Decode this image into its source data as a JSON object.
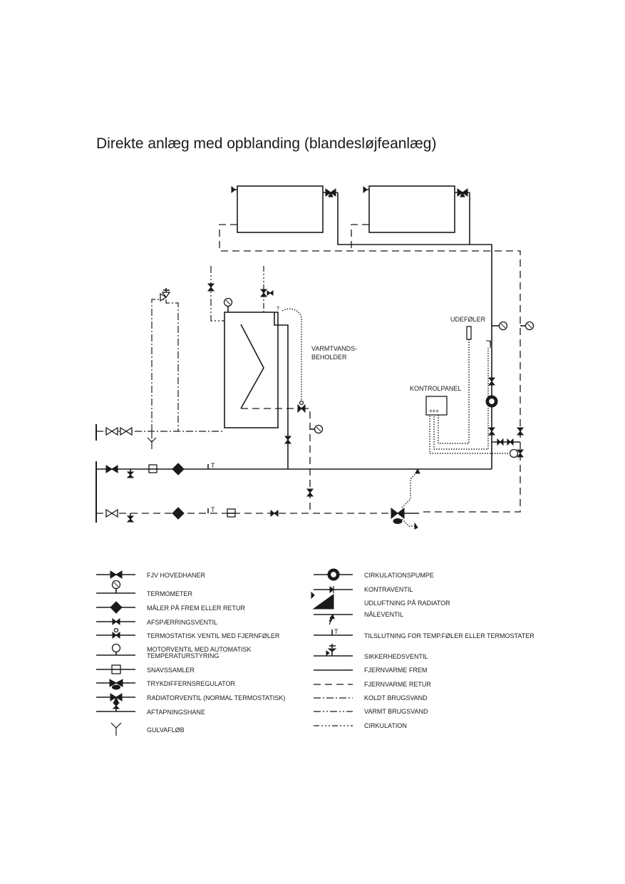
{
  "title": "Direkte anlæg med opblanding (blandesløjfeanlæg)",
  "diagram_labels": {
    "udefoler": "UDEFØLER",
    "varmtvands_1": "VARMTVANDS-",
    "varmtvands_2": "BEHOLDER",
    "kontrolpanel": "KONTROLPANEL",
    "panel_plus": "+++",
    "t": "T"
  },
  "legend_left": [
    {
      "symbol": "fjv-hovedhaner",
      "label": "FJV HOVEDHANER"
    },
    {
      "symbol": "termometer",
      "label": "TERMOMETER"
    },
    {
      "symbol": "maler",
      "label": "MÅLER PÅ FREM ELLER RETUR"
    },
    {
      "symbol": "afspaerringsventil",
      "label": "AFSPÆRRINGSVENTIL"
    },
    {
      "symbol": "termostatisk-ventil",
      "label": "TERMOSTATISK VENTIL MED FJERNFØLER"
    },
    {
      "symbol": "motorventil",
      "label": "MOTORVENTIL MED AUTOMATISK",
      "label2": "TEMPERATURSTYRING"
    },
    {
      "symbol": "snavssamler",
      "label": "SNAVSSAMLER"
    },
    {
      "symbol": "trykdiffernsregulator",
      "label": "TRYKDIFFERNSREGULATOR"
    },
    {
      "symbol": "radiatorventil",
      "label": "RADIATORVENTIL (NORMAL TERMOSTATISK)"
    },
    {
      "symbol": "aftapningshane",
      "label": "AFTAPNINGSHANE"
    },
    {
      "symbol": "gulvaflob",
      "label": "GULVAFLØB"
    }
  ],
  "legend_right": [
    {
      "symbol": "cirkulationspumpe",
      "label": "CIRKULATIONSPUMPE"
    },
    {
      "symbol": "kontraventil",
      "label": "KONTRAVENTIL"
    },
    {
      "symbol": "udluftning",
      "label": "UDLUFTNING PÅ RADIATOR"
    },
    {
      "symbol": "naleventil",
      "label": "NÅLEVENTIL"
    },
    {
      "symbol": "tilslutning",
      "label": "TILSLUTNING FOR TEMP.FØLER ELLER TERMOSTATER"
    },
    {
      "symbol": "sikkerhedsventil",
      "label": "SIKKERHEDSVENTIL"
    },
    {
      "symbol": "fjernvarme-frem",
      "label": "FJERNVARME FREM"
    },
    {
      "symbol": "fjernvarme-retur",
      "label": "FJERNVARME RETUR"
    },
    {
      "symbol": "koldt-brugsvand",
      "label": "KOLDT BRUGSVAND"
    },
    {
      "symbol": "varmt-brugsvand",
      "label": "VARMT BRUGSVAND"
    },
    {
      "symbol": "cirkulation",
      "label": "CIRKULATION"
    }
  ]
}
